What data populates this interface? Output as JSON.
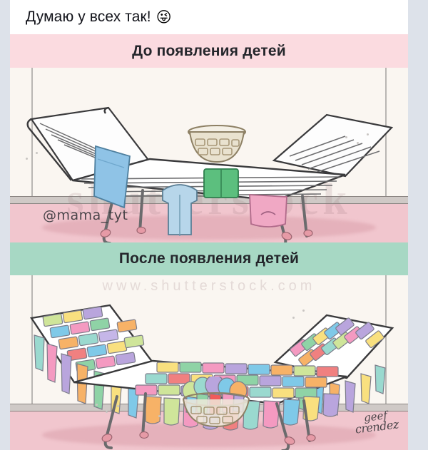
{
  "post": {
    "caption": "Думаю у всех так!",
    "emoji": "😜",
    "emoji_name": "winking-face-with-tongue"
  },
  "comic": {
    "panels": [
      {
        "id": "before",
        "banner_label": "До появления детей",
        "banner_color": "#fbdbe0",
        "wall_color": "#faf6f1",
        "floor_color": "#f1c6ce",
        "laundry_items": [
          {
            "name": "blue-towel",
            "color": "#8fc3e6"
          },
          {
            "name": "blue-shirt",
            "color": "#b7d6ea"
          },
          {
            "name": "green-folded-towel",
            "color": "#5cbf7e"
          },
          {
            "name": "pink-garment",
            "color": "#f0a8c4"
          }
        ],
        "basket": {
          "name": "wicker-basket",
          "state": "empty",
          "color": "#d8cdb8"
        },
        "watermark": "@mama_tyt"
      },
      {
        "id": "after",
        "banner_label": "После появления детей",
        "banner_color": "#a7d8c4",
        "wall_color": "#faf6f1",
        "floor_color": "#f1c6ce",
        "laundry_items": [
          {
            "name": "kids-clothes-overload",
            "colors": [
              "#f49ac1",
              "#f7b267",
              "#f9e07f",
              "#8fd3a6",
              "#7fc9e8",
              "#b9a5dd",
              "#f08080",
              "#9ad9cf",
              "#f5a3c7",
              "#c8e29a"
            ]
          }
        ],
        "basket": {
          "name": "wicker-basket",
          "state": "overflowing",
          "color": "#d8cdb8"
        },
        "signature_line1": "geef",
        "signature_line2": "crendez"
      }
    ],
    "stock_watermark": "shutterstock",
    "stock_watermark_small": "www.shutterstock.com"
  },
  "colors": {
    "page_margin": "#dde2ea",
    "caption_bg": "#ffffff",
    "text": "#12131a",
    "rack_frame": "#3a3a3c"
  }
}
